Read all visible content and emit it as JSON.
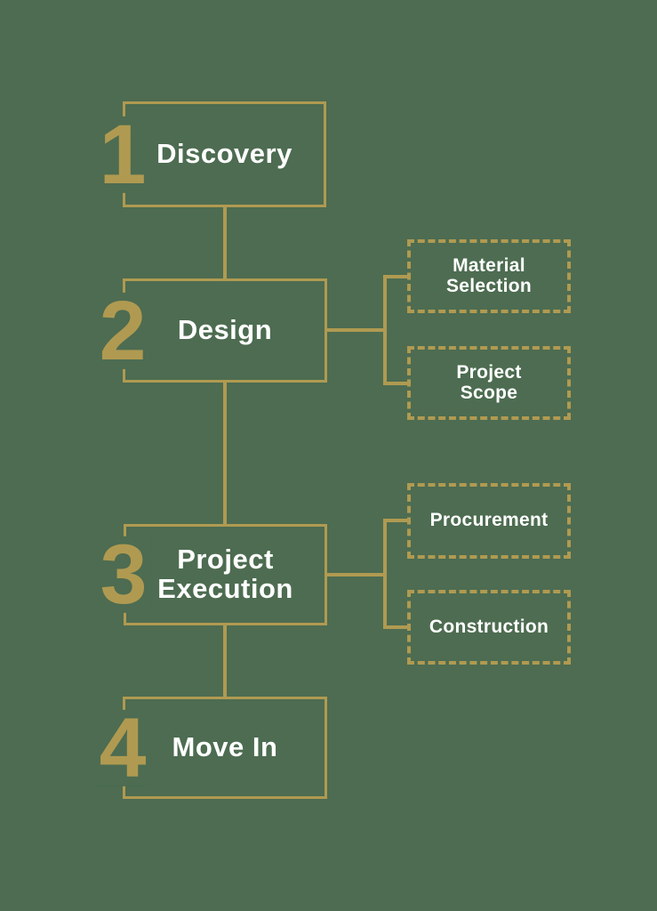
{
  "theme": {
    "background_color": "#4D6C51",
    "gold_color": "#B09A51",
    "text_color": "#FFFFFF"
  },
  "diagram": {
    "steps": [
      {
        "number": "1",
        "label": "Discovery",
        "sub_items": []
      },
      {
        "number": "2",
        "label": "Design",
        "sub_items": [
          "Material Selection",
          "Project Scope"
        ]
      },
      {
        "number": "3",
        "label": "Project Execution",
        "sub_items": [
          "Procurement",
          "Construction"
        ]
      },
      {
        "number": "4",
        "label": "Move In",
        "sub_items": []
      }
    ]
  }
}
